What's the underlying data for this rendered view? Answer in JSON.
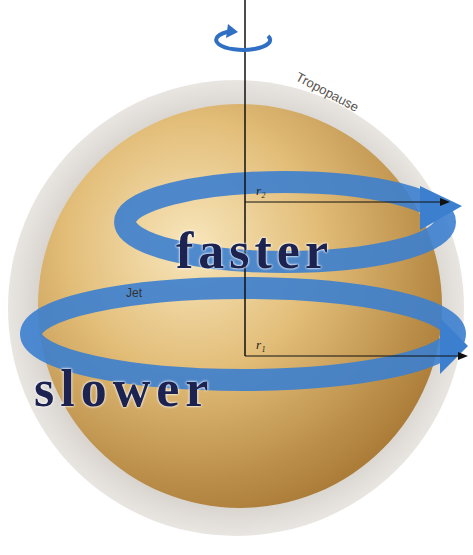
{
  "diagram": {
    "labels": [
      "Tropopause",
      "r₂",
      "faster",
      "Jet",
      "r₁",
      "slower"
    ]
  }
}
